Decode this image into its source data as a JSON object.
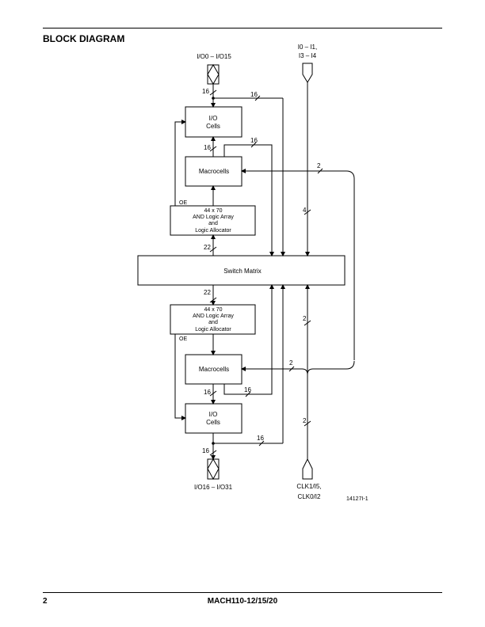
{
  "header": {
    "title": "BLOCK DIAGRAM"
  },
  "footer": {
    "page_number": "2",
    "document": "MACH110-12/15/20"
  },
  "diagram": {
    "io_top_label": "I/O0 – I/O15",
    "inputs_label_line1": "I0 – I1,",
    "inputs_label_line2": "I3 – I4",
    "clk_label_line1": "CLK1/I5,",
    "clk_label_line2": "CLK0/I2",
    "io_bottom_label": "I/O16 – I/O31",
    "figure_id": "14127I-1",
    "io_cells_line1": "I/O",
    "io_cells_line2": "Cells",
    "macrocells": "Macrocells",
    "and_array_line1": "44 x 70",
    "and_array_line2": "AND Logic Array",
    "and_array_line3": "and",
    "and_array_line4": "Logic Allocator",
    "switch_matrix": "Switch Matrix",
    "oe": "OE",
    "bus_16": "16",
    "bus_22": "22",
    "bus_2": "2",
    "bus_4": "4"
  }
}
